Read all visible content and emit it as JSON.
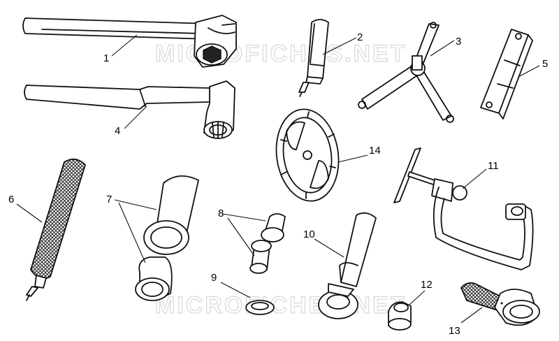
{
  "diagram": {
    "watermark": "MICROFICHES.NET",
    "callouts": {
      "c1": "1",
      "c2": "2",
      "c3": "3",
      "c4": "4",
      "c5": "5",
      "c6": "6",
      "c7": "7",
      "c8": "8",
      "c9": "9",
      "c10": "10",
      "c11": "11",
      "c12": "12",
      "c13": "13",
      "c14": "14"
    }
  }
}
